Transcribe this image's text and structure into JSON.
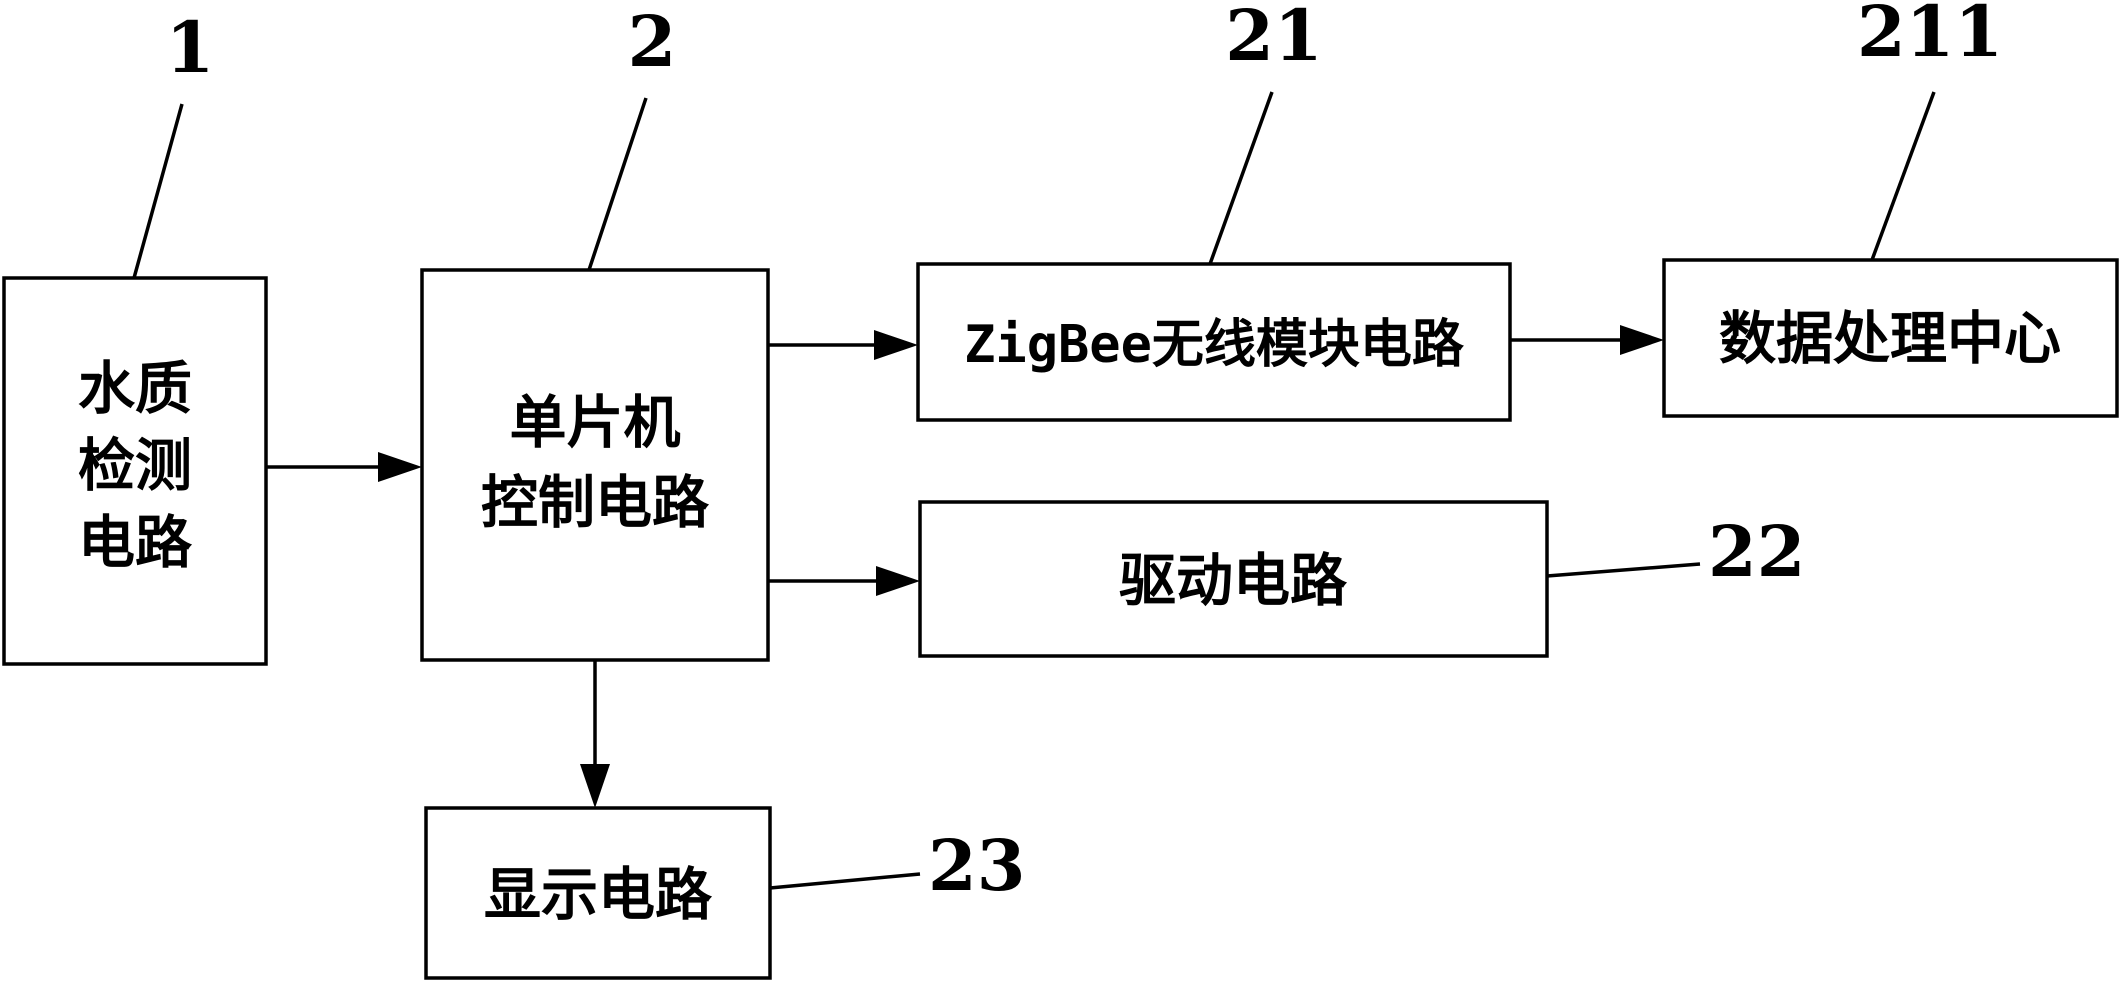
{
  "boxes": {
    "water_quality": {
      "lines": [
        "水质",
        "检测",
        "电路"
      ],
      "ref": "1"
    },
    "mcu": {
      "lines": [
        "单片机",
        "控制电路"
      ],
      "ref": "2"
    },
    "zigbee": {
      "label": "ZigBee无线模块电路",
      "ref": "21"
    },
    "data_center": {
      "label": "数据处理中心",
      "ref": "211"
    },
    "driver": {
      "label": "驱动电路",
      "ref": "22"
    },
    "display": {
      "label": "显示电路",
      "ref": "23"
    }
  }
}
